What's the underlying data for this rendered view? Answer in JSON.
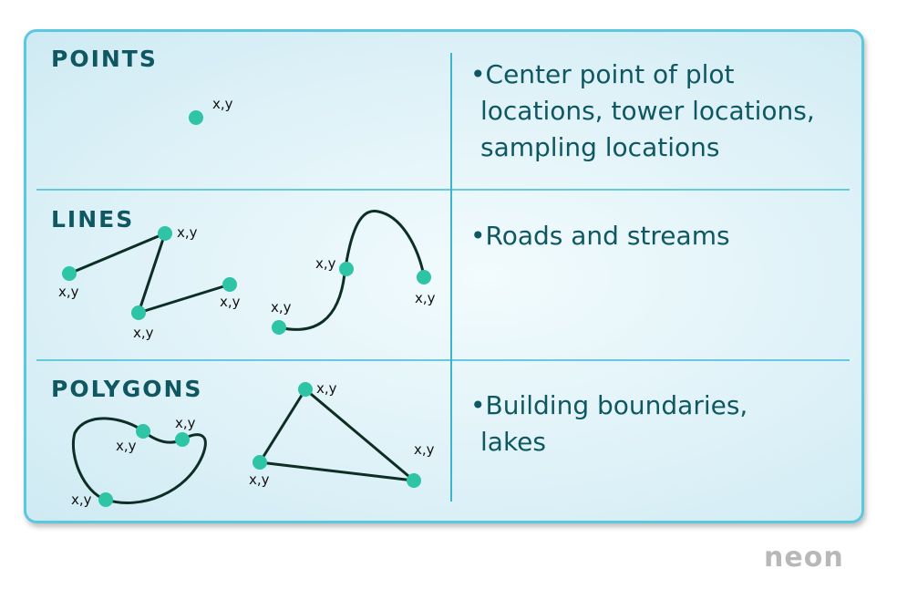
{
  "rows": [
    {
      "heading": "POINTS",
      "lines": [
        "•Center point of plot",
        "locations, tower locations,",
        "sampling locations"
      ],
      "labels": [
        "x,y"
      ]
    },
    {
      "heading": "LINES",
      "lines": [
        "•Roads and streams"
      ],
      "labels": [
        "x,y",
        "x,y",
        "x,y",
        "x,y",
        "x,y",
        "x,y",
        "x,y"
      ]
    },
    {
      "heading": "POLYGONS",
      "lines": [
        "•Building boundaries,",
        "lakes"
      ],
      "labels": [
        "x,y",
        "x,y",
        "x,y",
        "x,y",
        "x,y",
        "x,y"
      ]
    }
  ],
  "logo": "neon",
  "colors": {
    "point": "#2ec4a6",
    "line": "#0d2e24",
    "text": "#0f5862",
    "border": "#5cc8df"
  }
}
